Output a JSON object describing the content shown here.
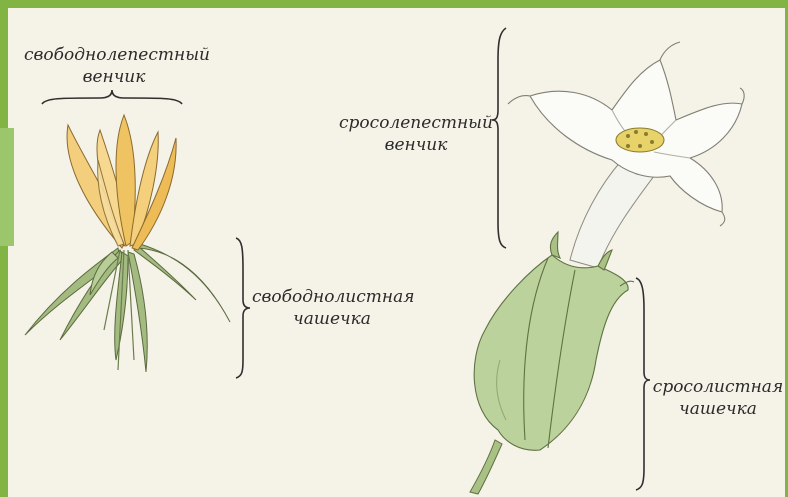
{
  "labels": {
    "free_corolla": {
      "line1": "свободнолепестный",
      "line2": "венчик"
    },
    "fused_corolla": {
      "line1": "сросолепестный",
      "line2": "венчик"
    },
    "free_calyx": {
      "line1": "свободнолистная",
      "line2": "чашечка"
    },
    "fused_calyx": {
      "line1": "сросолистная",
      "line2": "чашечка"
    }
  },
  "colors": {
    "frame": "#82b443",
    "background": "#f5f2e8",
    "petal_yellow": "#f1c56a",
    "sepal_green": "#9db77a",
    "calyx_green": "#b9cf9a",
    "petal_white": "#fbfbf8"
  }
}
